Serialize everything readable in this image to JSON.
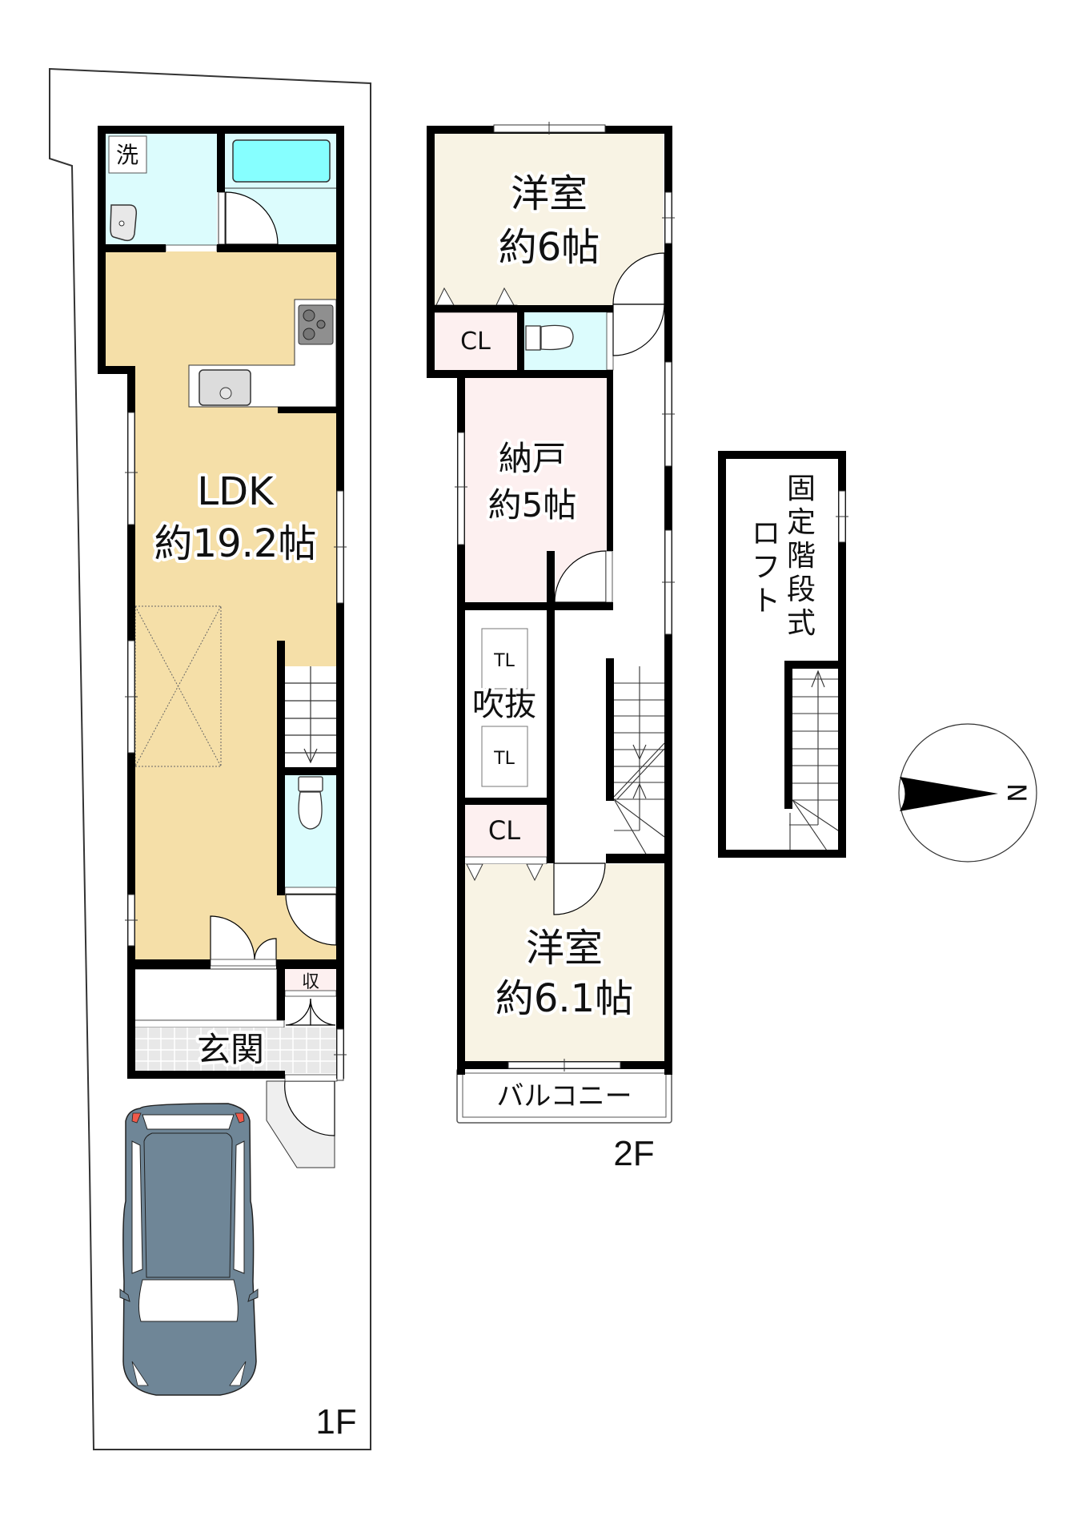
{
  "colors": {
    "wall": "#000000",
    "ldk_floor": "#f5dfa8",
    "wet_area": "#dcfcfd",
    "bathtub": "#86ffff",
    "western_room": "#f8f3e4",
    "storage_room": "#fdf0f0",
    "entrance_tile": "#e8e8e8",
    "car_body": "#6f8697",
    "car_light": "#f05a4a"
  },
  "floor_1f": {
    "floor_label": "1F",
    "rooms": {
      "washroom": "洗",
      "ldk_name": "LDK",
      "ldk_size": "約19.2帖",
      "storage": "収",
      "entrance": "玄関"
    }
  },
  "floor_2f": {
    "floor_label": "2F",
    "rooms": {
      "western_north_name": "洋室",
      "western_north_size": "約6帖",
      "closet_north": "CL",
      "storage_room_name": "納戸",
      "storage_room_size": "約5帖",
      "void_name": "吹抜",
      "void_tl_top": "TL",
      "void_tl_bottom": "TL",
      "closet_south": "CL",
      "western_south_name": "洋室",
      "western_south_size": "約6.1帖",
      "balcony": "バルコニー"
    }
  },
  "loft": {
    "line1_chars": [
      "固",
      "定",
      "階",
      "段",
      "式"
    ],
    "line2_chars": [
      "ロ",
      "フ",
      "ト"
    ]
  },
  "compass": {
    "north_label": "N",
    "direction": "right"
  }
}
